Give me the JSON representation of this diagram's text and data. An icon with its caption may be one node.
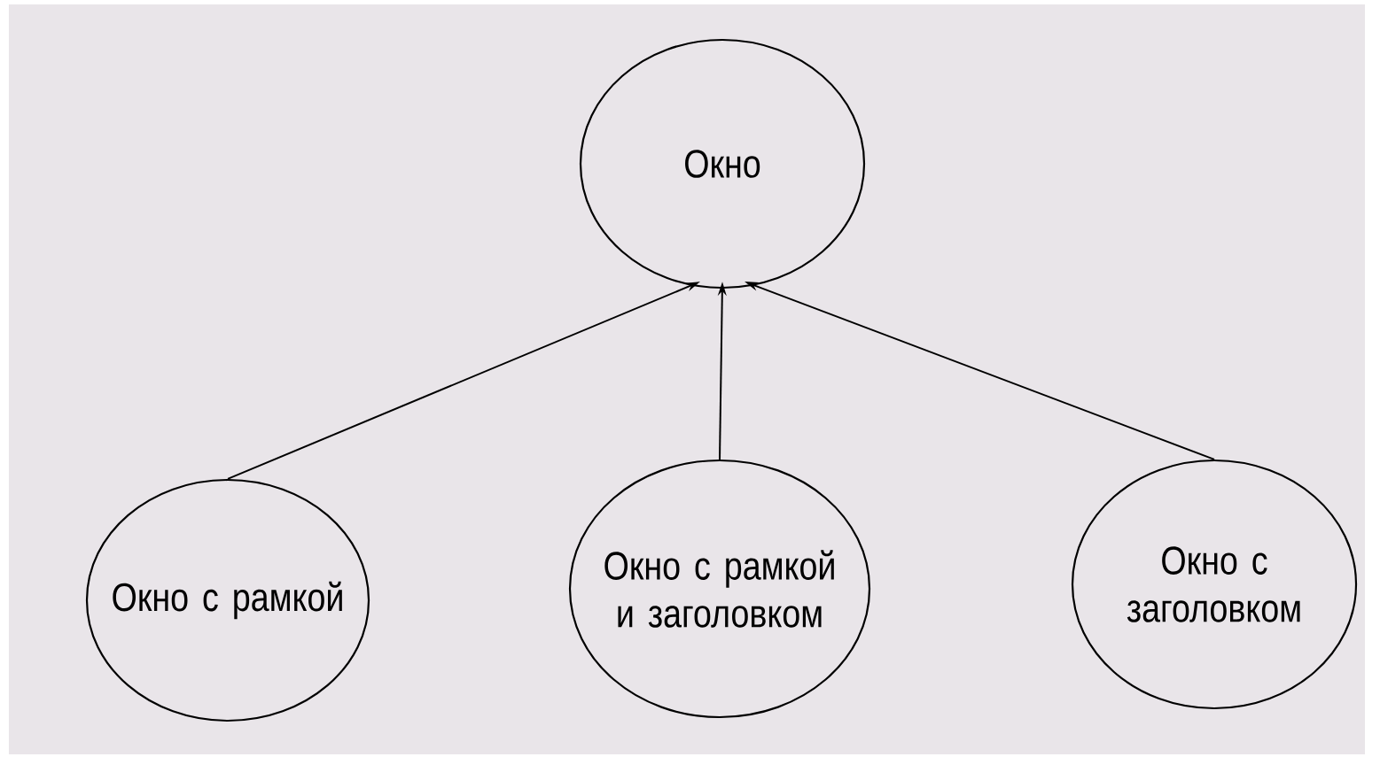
{
  "diagram": {
    "nodes": [
      {
        "text": [
          "Окно"
        ]
      },
      {
        "text": [
          "Окно с рамкой"
        ]
      },
      {
        "text": [
          "Окно с рамкой и заголовком"
        ]
      },
      {
        "text": [
          "Окно с заголовком"
        ]
      }
    ],
    "edges": [
      {
        "from": 1,
        "to": 0,
        "arrow": "to"
      },
      {
        "from": 2,
        "to": 0,
        "arrow": "to"
      },
      {
        "from": 3,
        "to": 0,
        "arrow": "to"
      }
    ]
  }
}
